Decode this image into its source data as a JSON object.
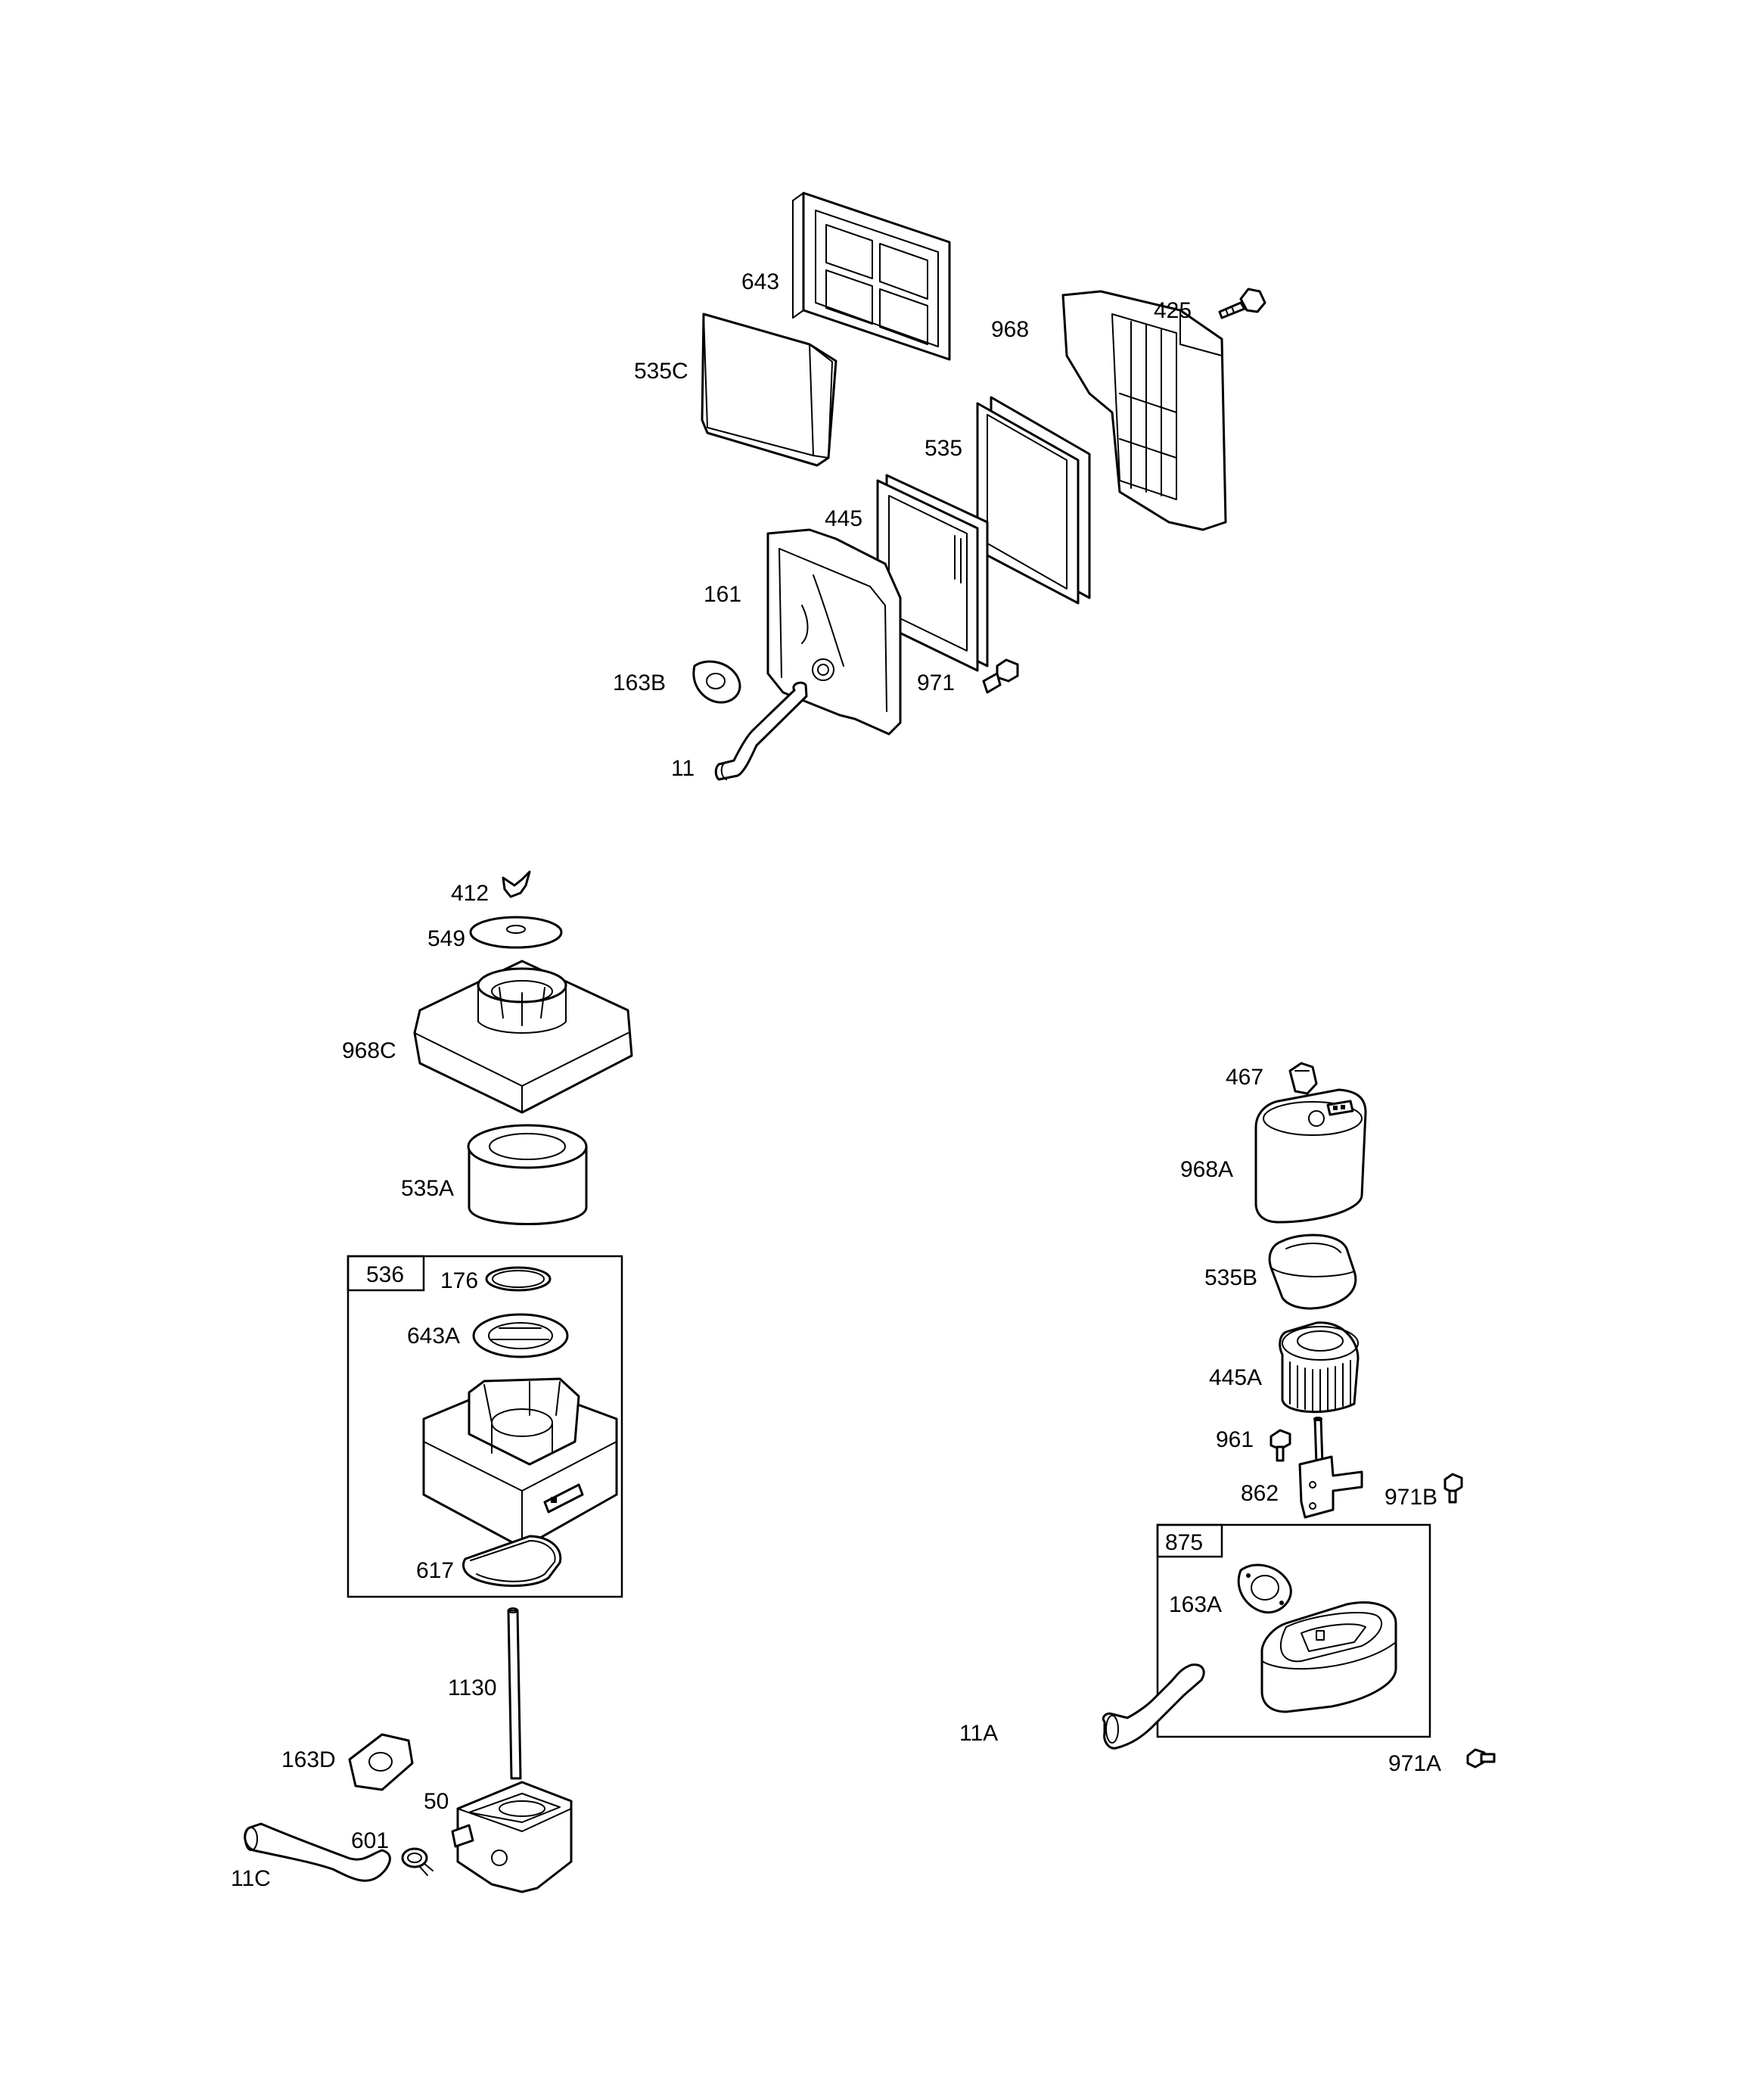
{
  "labels": {
    "p643": "643",
    "p535c": "535C",
    "p968": "968",
    "p425": "425",
    "p535": "535",
    "p445": "445",
    "p161": "161",
    "p163b": "163B",
    "p971": "971",
    "p11": "11",
    "p412": "412",
    "p549": "549",
    "p968c": "968C",
    "p535a": "535A",
    "p536": "536",
    "p176": "176",
    "p643a": "643A",
    "p617": "617",
    "p1130": "1130",
    "p163d": "163D",
    "p50": "50",
    "p601": "601",
    "p11c": "11C",
    "p467": "467",
    "p968a": "968A",
    "p535b": "535B",
    "p445a": "445A",
    "p961": "961",
    "p862": "862",
    "p971b": "971B",
    "p875": "875",
    "p163a": "163A",
    "p11a": "11A",
    "p971a": "971A"
  },
  "colors": {
    "line": "#000000",
    "background": "#ffffff"
  }
}
